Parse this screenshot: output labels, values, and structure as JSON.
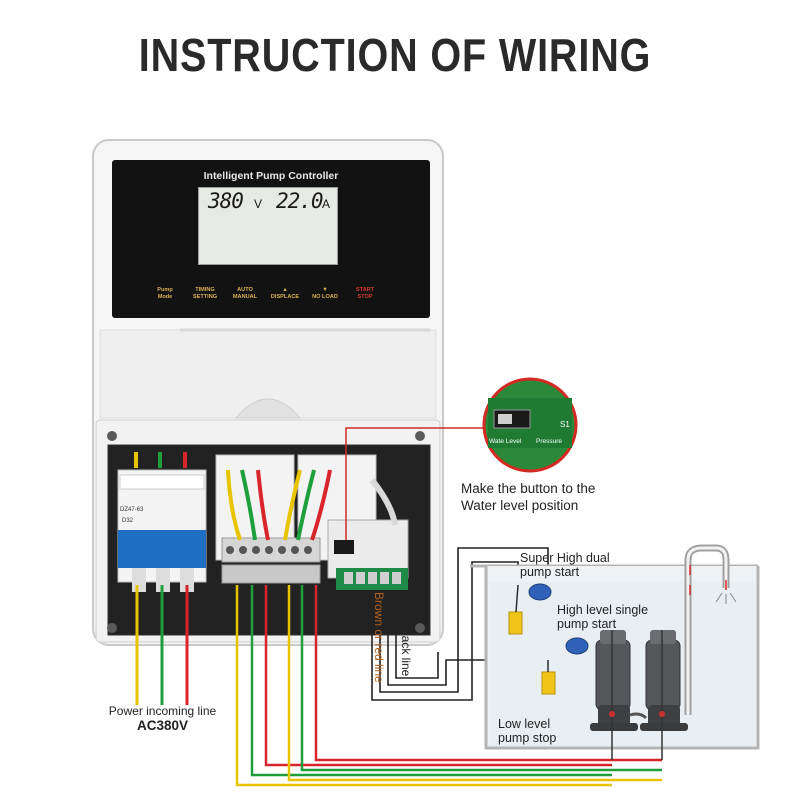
{
  "title": "INSTRUCTION OF WIRING",
  "controller": {
    "name": "Intelligent Pump Controller",
    "voltage": "380",
    "voltage_unit": "V",
    "current": "22.0",
    "current_unit": "A",
    "buttons": [
      {
        "label_1": "Pump",
        "label_2": "Mode"
      },
      {
        "label_1": "TIMING",
        "label_2": "SETTING"
      },
      {
        "label_1": "AUTO",
        "label_2": "MANUAL"
      },
      {
        "label_1": "",
        "label_2": "DISPLACE"
      },
      {
        "label_1": "",
        "label_2": "NO LOAD"
      },
      {
        "label_1": "START",
        "label_2": "STOP"
      }
    ]
  },
  "breaker": {
    "model": "DZ47-63",
    "rating": "D32"
  },
  "switch_magnifier": {
    "left_label": "Wate Level",
    "right_label": "Pressure",
    "corner_label": "S1"
  },
  "annotations": {
    "switch_note_line1": "Make the button to the",
    "switch_note_line2": "Water level position",
    "super_high_line1": "Super High dual",
    "super_high_line2": "pump start",
    "high_line1": "High level single",
    "high_line2": "pump start",
    "low_line1": "Low level",
    "low_line2": "pump stop",
    "power_line1": "Power incoming line",
    "power_line2": "AC380V",
    "brown_line": "Brown or red line",
    "black_line": "Black line"
  },
  "colors": {
    "yellow_wire": "#e8c400",
    "green_wire": "#1f9e3c",
    "red_wire": "#d8242a",
    "brown_wire": "#b0601e",
    "black_wire": "#222222",
    "magnifier_ring": "#d22a22"
  }
}
